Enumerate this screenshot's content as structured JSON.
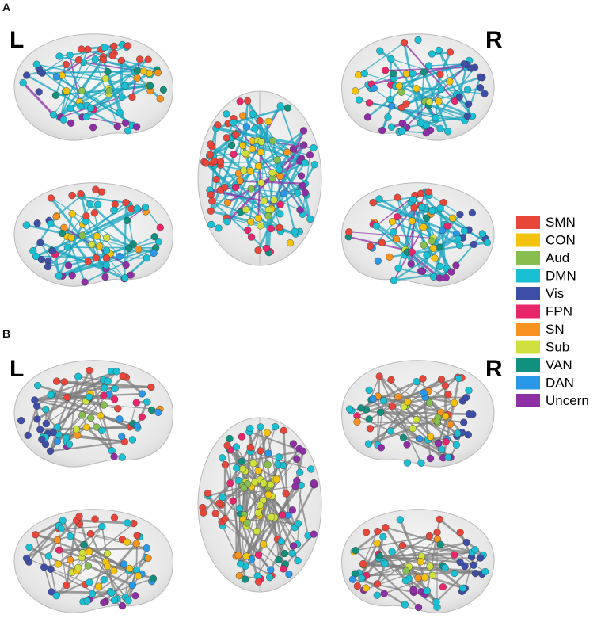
{
  "panels": [
    {
      "id": "A",
      "label": "A",
      "left_label": "L",
      "right_label": "R",
      "edge_color": "#1aa6c0"
    },
    {
      "id": "B",
      "label": "B",
      "left_label": "L",
      "right_label": "R",
      "edge_color": "#7f7f7f"
    }
  ],
  "legend": [
    {
      "name": "SMN",
      "color": "#e8463a"
    },
    {
      "name": "CON",
      "color": "#f4c20d"
    },
    {
      "name": "Aud",
      "color": "#86bf4f"
    },
    {
      "name": "DMN",
      "color": "#19bfd3"
    },
    {
      "name": "Vis",
      "color": "#3f4fa8"
    },
    {
      "name": "FPN",
      "color": "#e8266b"
    },
    {
      "name": "SN",
      "color": "#f7931e"
    },
    {
      "name": "Sub",
      "color": "#cfe03c"
    },
    {
      "name": "VAN",
      "color": "#11907f"
    },
    {
      "name": "DAN",
      "color": "#2b97e8"
    },
    {
      "name": "Uncern",
      "color": "#8e2fa6"
    }
  ],
  "views": [
    "lateral-left",
    "medial-left",
    "axial",
    "lateral-right",
    "medial-right"
  ]
}
